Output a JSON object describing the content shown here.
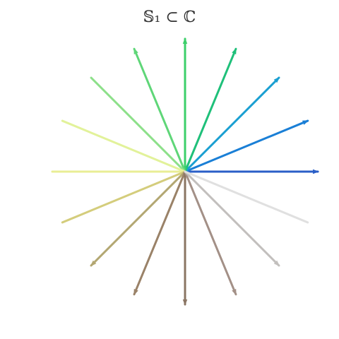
{
  "title": "𝕊₁ ⊂ ℂ",
  "arrows": [
    {
      "angle_deg": 0,
      "color": "#2b5fc7",
      "head": true
    },
    {
      "angle_deg": 22.5,
      "color": "#1a7fd6",
      "head": true
    },
    {
      "angle_deg": 45,
      "color": "#1a9fd1",
      "head": true
    },
    {
      "angle_deg": 67.5,
      "color": "#1fc07a",
      "head": true
    },
    {
      "angle_deg": 90,
      "color": "#3ccf6a",
      "head": true
    },
    {
      "angle_deg": 112.5,
      "color": "#5fd678",
      "head": true
    },
    {
      "angle_deg": 135,
      "color": "#8de08a",
      "head": false
    },
    {
      "angle_deg": 157.5,
      "color": "#e2f29a",
      "head": false
    },
    {
      "angle_deg": 180,
      "color": "#e9ee95",
      "head": false
    },
    {
      "angle_deg": 202.5,
      "color": "#d4cd7c",
      "head": false
    },
    {
      "angle_deg": 225,
      "color": "#b3a772",
      "head": true
    },
    {
      "angle_deg": 247.5,
      "color": "#9a8268",
      "head": true
    },
    {
      "angle_deg": 270,
      "color": "#8a7563",
      "head": true
    },
    {
      "angle_deg": 292.5,
      "color": "#a39087",
      "head": true
    },
    {
      "angle_deg": 315,
      "color": "#c2bfbd",
      "head": true
    },
    {
      "angle_deg": 337.5,
      "color": "#e0e0e0",
      "head": false
    }
  ]
}
